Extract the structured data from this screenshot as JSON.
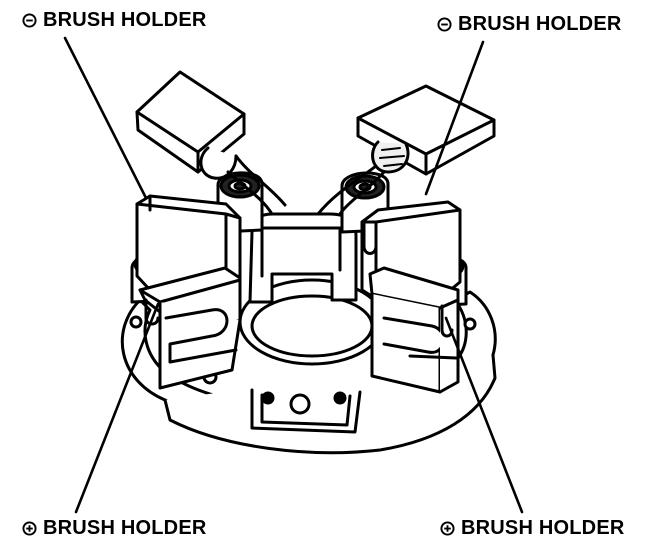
{
  "labels": {
    "top_left": {
      "polarity": "negative",
      "text": "BRUSH HOLDER"
    },
    "top_right": {
      "polarity": "negative",
      "text": "BRUSH HOLDER"
    },
    "bottom_left": {
      "polarity": "positive",
      "text": "BRUSH HOLDER"
    },
    "bottom_right": {
      "polarity": "positive",
      "text": "BRUSH HOLDER"
    }
  },
  "colors": {
    "line": "#000000",
    "fill": "#ffffff",
    "shade": "#dcdcdc",
    "dark": "#111111"
  }
}
